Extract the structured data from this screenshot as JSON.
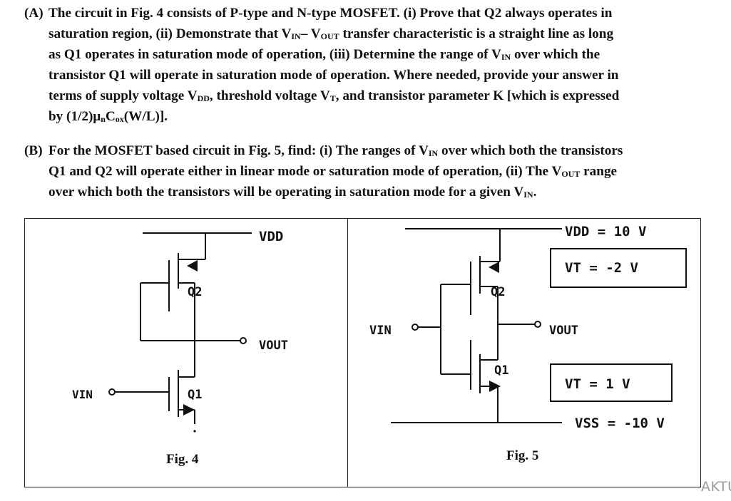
{
  "question_a": {
    "label": "(A)",
    "lines": [
      {
        "parts": [
          "The circuit in Fig. 4 consists of P-type and N-type MOSFET.  (i) Prove that Q2 always operates in"
        ]
      },
      {
        "parts": [
          "saturation region, (ii) Demonstrate that V",
          "IN",
          "– V",
          "OUT",
          " transfer characteristic is a straight line as long"
        ]
      },
      {
        "parts": [
          "as Q1 operates in saturation mode of operation, (iii) Determine the range of V",
          "IN",
          " over which the"
        ]
      },
      {
        "parts": [
          "transistor Q1 will operate in saturation mode of operation.  Where needed, provide your answer in"
        ]
      },
      {
        "parts": [
          "terms of supply voltage V",
          "DD",
          ", threshold voltage V",
          "T",
          ", and transistor parameter K [which is expressed"
        ]
      },
      {
        "parts": [
          "by (1/2)μ",
          "n",
          "C",
          "ox",
          "(W/L)]."
        ]
      }
    ]
  },
  "question_b": {
    "label": "(B)",
    "lines": [
      {
        "parts": [
          "For the MOSFET based circuit in Fig. 5, find:  (i) The ranges of V",
          "IN",
          " over which both the transistors"
        ]
      },
      {
        "parts": [
          "Q1 and Q2 will operate either in linear mode or saturation mode of operation, (ii) The V",
          "OUT",
          " range"
        ]
      },
      {
        "parts": [
          "over which both the transistors will be operating in saturation mode for a given V",
          "IN",
          "."
        ]
      }
    ]
  },
  "fig4": {
    "caption": "Fig. 4",
    "vdd": "VDD",
    "vout": "VOUT",
    "vin": "VIN",
    "q1": "Q1",
    "q2": "Q2"
  },
  "fig5": {
    "caption": "Fig. 5",
    "vdd": "VDD  = 10 V",
    "vt_top": "VT   = -2 V",
    "vout": "VOUT",
    "vin": "VIN",
    "q1": "Q1",
    "q2": "Q2",
    "vt_bottom": "VT   = 1 V",
    "vss": "VSS  = -10 V"
  },
  "watermark": "AKTU"
}
